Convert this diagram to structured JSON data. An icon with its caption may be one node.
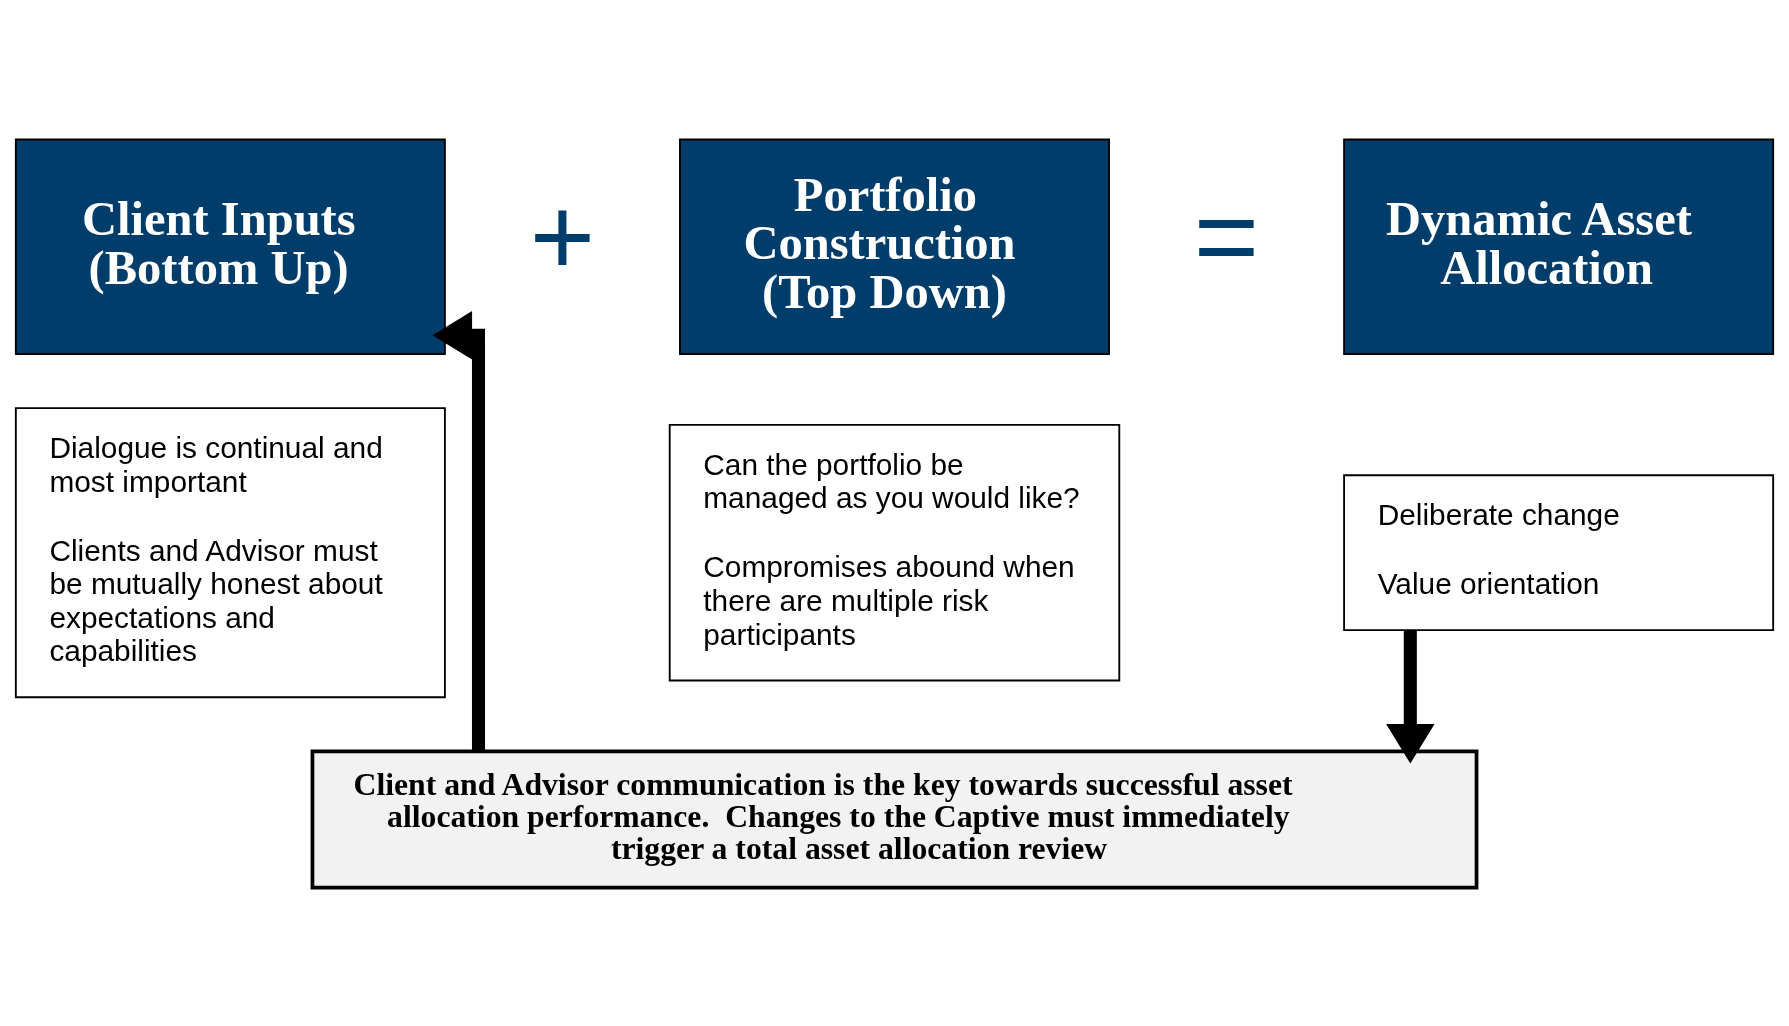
{
  "diagram": {
    "nodes": [
      {
        "text": [
          "Client Inputs (Bottom Up)"
        ]
      },
      {
        "text": [
          "Dialogue is continual and most important",
          "Clients and Advisor must be mutually honest about expectations and capabilities"
        ]
      },
      {
        "text": [
          "Portfolio Construction (Top Down)"
        ]
      },
      {
        "text": [
          "Can the portfolio be managed as you would like?",
          "Compromises abound when there are multiple risk participants"
        ]
      },
      {
        "text": [
          "Dynamic Asset Allocation"
        ]
      },
      {
        "text": [
          "Deliberate change",
          "Value orientation"
        ]
      },
      {
        "text": [
          "Client and Advisor communication is the key towards successful asset allocation performance.  Changes to the Captive must immediately trigger a total asset allocation review"
        ]
      }
    ],
    "edges": [
      {
        "from": 5,
        "to": 6,
        "arrow": "to"
      },
      {
        "from": 6,
        "to": 0,
        "arrow": "to"
      }
    ],
    "labels": [
      "+",
      "="
    ]
  }
}
